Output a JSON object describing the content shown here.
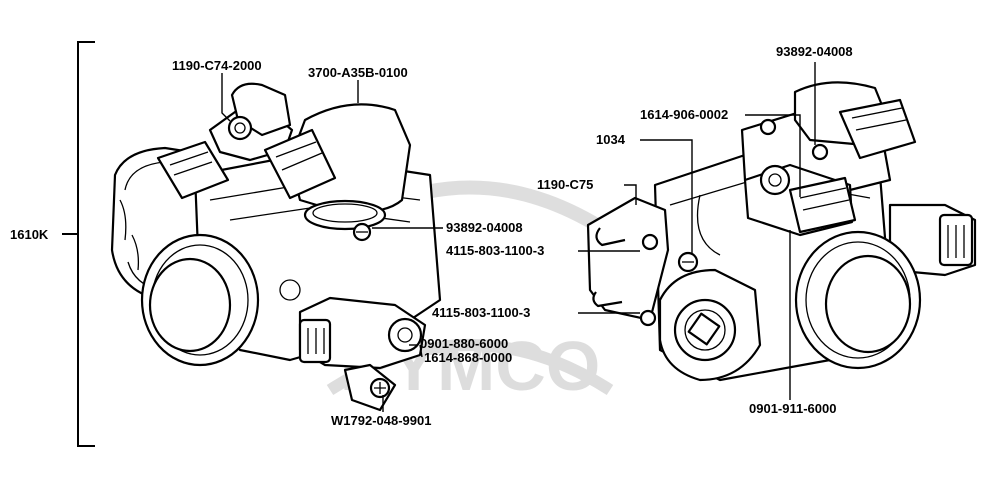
{
  "diagram": {
    "assembly_label": "1610K",
    "watermark": "KYMCO",
    "labels": {
      "p_1190_c74_2000": "1190-C74-2000",
      "p_3700_a35b_0100": "3700-A35B-0100",
      "p_93892_04008_left": "93892-04008",
      "p_4115_803_1100_3_a": "4115-803-1100-3",
      "p_4115_803_1100_3_b": "4115-803-1100-3",
      "p_0901_880_6000": "0901-880-6000",
      "p_1614_868_0000": "1614-868-0000",
      "p_w1792_048_9901": "W1792-048-9901",
      "p_93892_04008_right": "93892-04008",
      "p_1614_906_0002": "1614-906-0002",
      "p_1034": "1034",
      "p_1190_c75": "1190-C75",
      "p_0901_911_6000": "0901-911-6000"
    }
  }
}
